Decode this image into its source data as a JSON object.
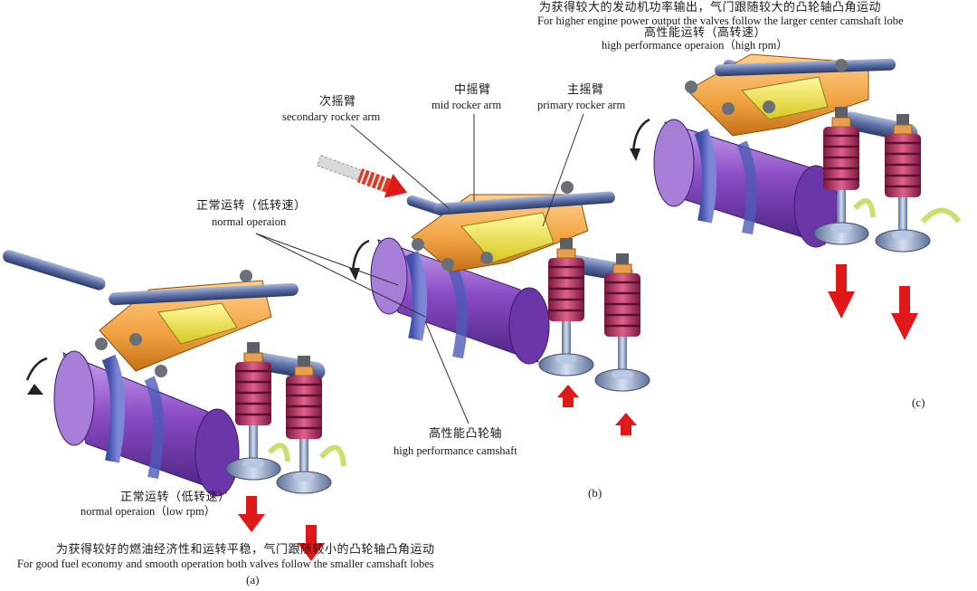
{
  "panel_c": {
    "note_zh": "为获得较大的发动机功率输出，气门跟随较大的凸轮轴凸角运动",
    "note_en": "For higher engine power output the valves follow the larger center camshaft lobe",
    "mode_zh": "高性能运转（高转速）",
    "mode_en": "high performance operaion（high rpm）",
    "caption": "(c)"
  },
  "panel_b": {
    "secondary_zh": "次摇臂",
    "secondary_en": "secondary rocker arm",
    "mid_zh": "中摇臂",
    "mid_en": "mid rocker arm",
    "primary_zh": "主摇臂",
    "primary_en": "primary rocker arm",
    "normal_zh": "正常运转（低转速）",
    "normal_en": "normal operaion",
    "camshaft_zh": "高性能凸轮轴",
    "camshaft_en": "high performance camshaft",
    "caption": "(b)"
  },
  "panel_a": {
    "mode_zh": "正常运转（低转速）",
    "mode_en": "normal operaion（low rpm）",
    "note_zh": "为获得较好的燃油经济性和运转平稳，气门跟随较小的凸轮轴凸角运动",
    "note_en": "For good fuel economy and smooth operation both valves follow the smaller camshaft lobes",
    "caption": "(a)"
  },
  "colors": {
    "camshaft": "#7b3fb3",
    "camshaft_light": "#b48be0",
    "cam_lobe": "#4e5bb8",
    "rocker_orange": "#f0a040",
    "rocker_yellow": "#f2e640",
    "spring": "#c23a6a",
    "valve": "#9fb4d6",
    "shaft": "#4a5f9a",
    "arrow_red": "#e01818",
    "arrow_green": "#c8e070"
  }
}
